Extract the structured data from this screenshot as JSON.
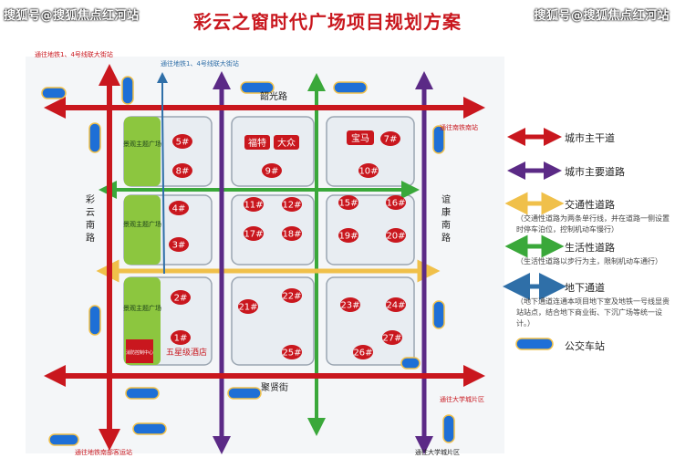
{
  "watermark": "搜狐号@搜狐焦点红河站",
  "title": "彩云之窗时代广场项目规划方案",
  "roads": {
    "north": "韶光路",
    "south": "聚贤街",
    "west": "彩云南路",
    "east": "谊康南路"
  },
  "directions": {
    "top_left": "通往地铁1、4号线联大街站",
    "top_center": "通往地铁1、4号线联大街站",
    "east_top": "通往南铁南站",
    "east_bottom": "通往大学城片区",
    "bottom_left": "通往地铁南部客运站",
    "bottom_right": "通往大学城片区"
  },
  "plazas": {
    "plaza1": "景观主题广场",
    "plaza2": "景观主题广场",
    "plaza3": "景观主题广场",
    "corner": "消防控制中心"
  },
  "buildings": [
    "5#",
    "8#",
    "4#",
    "3#",
    "2#",
    "1#",
    "9#",
    "11#",
    "12#",
    "17#",
    "18#",
    "21#",
    "22#",
    "25#",
    "7#",
    "10#",
    "15#",
    "16#",
    "19#",
    "20#",
    "23#",
    "24#",
    "27#",
    "26#"
  ],
  "brands": {
    "b1": "福特",
    "b2": "大众",
    "b3": "宝马"
  },
  "hotel": "五星级酒店",
  "legend": {
    "main_road": "城市主干道",
    "secondary_road": "城市主要道路",
    "traffic_road": "交通性道路",
    "traffic_note": "（交通性道路为两条单行线，并在道路一侧设置时停车泊位，控制机动车慢行）",
    "life_road": "生活性道路",
    "life_note": "（生活性道路以步行为主，限制机动车通行）",
    "underpass": "地下通道",
    "underpass_note": "（地下通道连通本项目地下室及地铁一号线显贵站站点，结合地下商业街、下沉广场等统一设计。）",
    "bus": "公交车站"
  },
  "colors": {
    "main_road": "#c9171e",
    "secondary_road": "#5b2a86",
    "traffic_road": "#f0c04a",
    "life_road": "#3aa83a",
    "underpass": "#2f6fa8",
    "bus": "#1e6fd6",
    "plaza": "#8cc63f",
    "block": "#e8edf2",
    "label_fill": "#c9171e"
  }
}
